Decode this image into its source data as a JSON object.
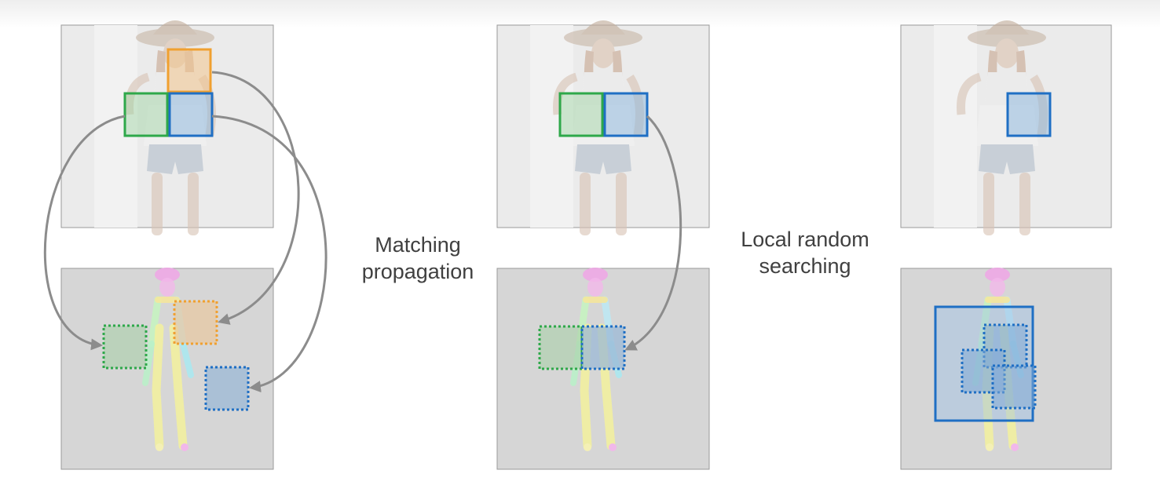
{
  "labels": {
    "matching": {
      "line1": "Matching",
      "line2": "propagation"
    },
    "local": {
      "line1": "Local random",
      "line2": "searching"
    }
  },
  "colors": {
    "orange": "#f0a030",
    "green": "#2ea84a",
    "blue": "#1f6fc4",
    "arrow": "#8c8c8c",
    "pose_panel": "#d6d6d6",
    "photo_panel": "#ececec"
  }
}
